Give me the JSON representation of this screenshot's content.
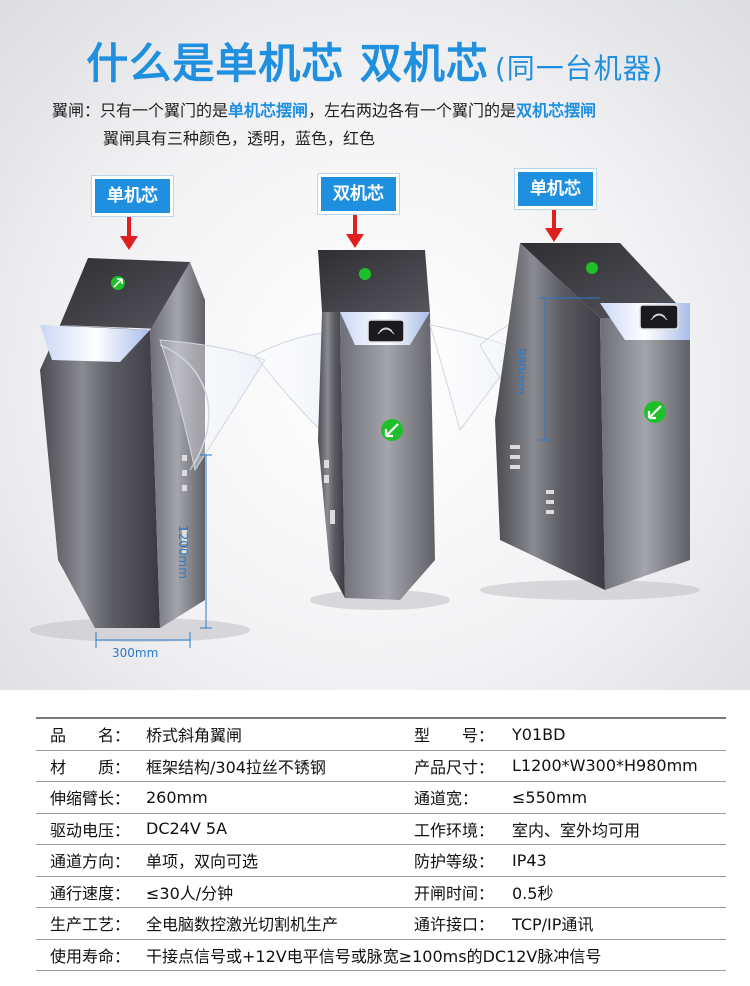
{
  "title": {
    "main": "什么是单机芯 双机芯",
    "sub": "(同一台机器)"
  },
  "description": {
    "label": "翼闸：",
    "part1": "只有一个翼门的是",
    "highlight1": "单机芯摆闸",
    "part2": "，左右两边各有一个翼门的是",
    "highlight2": "双机芯摆闸",
    "colors_line": "翼闸具有三种颜色，透明，蓝色，红色"
  },
  "tags": {
    "left": "单机芯",
    "middle": "双机芯",
    "right": "单机芯"
  },
  "dimensions": {
    "height_left": "1200mm",
    "width_left": "300mm",
    "height_right": "980mm"
  },
  "colors": {
    "accent": "#1f8fe0",
    "arrow": "#e02020",
    "indicator": "#1fbf2a"
  },
  "specs": [
    {
      "label1": "品　　名：",
      "value1": "桥式斜角翼闸",
      "label2": "型　　号：",
      "value2": "Y01BD"
    },
    {
      "label1": "材　　质：",
      "value1": "框架结构/304拉丝不锈钢",
      "label2": "产品尺寸：",
      "value2": "L1200*W300*H980mm"
    },
    {
      "label1": "伸缩臂长：",
      "value1": "260mm",
      "label2": "通道宽：",
      "value2": "≤550mm"
    },
    {
      "label1": "驱动电压：",
      "value1": "DC24V  5A",
      "label2": "工作环境：",
      "value2": "室内、室外均可用"
    },
    {
      "label1": "通道方向：",
      "value1": "单项，双向可选",
      "label2": "防护等级：",
      "value2": "IP43"
    },
    {
      "label1": "通行速度：",
      "value1": "≤30人/分钟",
      "label2": "开闸时间：",
      "value2": "0.5秒"
    },
    {
      "label1": "生产工艺：",
      "value1": "全电脑数控激光切割机生产",
      "label2": "通许接口：",
      "value2": "TCP/IP通讯"
    },
    {
      "label1": "使用寿命：",
      "value1": "干接点信号或+12V电平信号或脉宽≥100ms的DC12V脉冲信号"
    }
  ]
}
